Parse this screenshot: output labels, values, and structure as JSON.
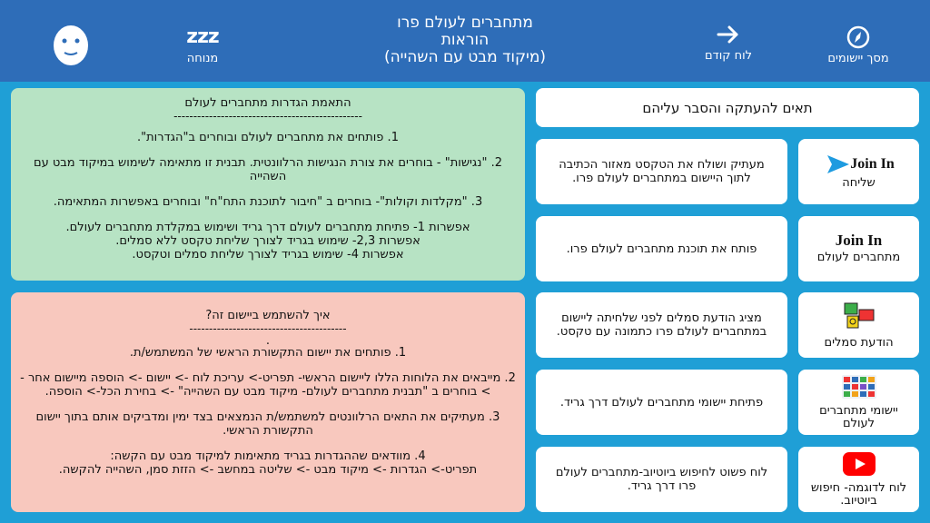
{
  "topbar": {
    "title_line1": "מתחברים לעולם פרו",
    "title_line2": "הוראות",
    "title_line3": "(מיקוד מבט עם השהייה)",
    "apps_label": "מסך יישומים",
    "back_label": "לוח קודם",
    "rest_label": "מנוחה",
    "rest_icon_text": "zzz",
    "colors": {
      "bar": "#2e6db8",
      "background": "#1f9fd6"
    }
  },
  "header_card": {
    "label": "תאים להעתקה והסבר עליהם"
  },
  "rows": [
    {
      "label": "שליחה",
      "desc": "מעתיק ושולח את הטקסט מאזור הכתיבה לתוך היישום במתחברים לעולם פרו.",
      "icon": "joinin-send-icon",
      "logo_text": "Join In"
    },
    {
      "label": "מתחברים לעולם",
      "desc": "פותח את תוכנת מתחברים לעולם פרו.",
      "icon": "joinin-logo-icon",
      "logo_text": "Join In"
    },
    {
      "label": "הודעת סמלים",
      "desc": "מציג הודעת סמלים לפני שלחיתה ליישום במתחברים לעולם פרו כתמונה עם טקסט.",
      "icon": "symbols-message-icon"
    },
    {
      "label": "יישומי מתחברים לעולם",
      "desc": "פתיחת יישומי מתחברים לעולם דרך גריד.",
      "icon": "apps-grid-icon"
    },
    {
      "label": "לוח לדוגמה- חיפוש ביוטיוב.",
      "desc": "לוח פשוט לחיפוש ביוטיוב-מתחברים לעולם פרו דרך גריד.",
      "icon": "youtube-icon"
    }
  ],
  "settings_panel": {
    "title": "התאמת הגדרות מתחברים לעולם",
    "divider": "------------------------------------------------",
    "step1": "1. פותחים את מתחברים לעולם ובוחרים ב\"הגדרות\".",
    "step2": "2. \"נגישות\" - בוחרים את צורת הנגישות הרלוונטית. תבנית זו מתאימה לשימוש במיקוד מבט עם השהייה",
    "step3": "3. \"מקלדות וקולות\"- בוחרים ב \"חיבור לתוכנת התח\"ח\" ובוחרים באפשרות המתאימה.",
    "option1": "אפשרות 1- פתיחת מתחברים לעולם דרך גריד ושימוש במקלדת מתחברים לעולם.",
    "option2": "אפשרות 2,3- שימוש בגריד לצורך שליחת טקסט ללא סמלים.",
    "option3": "אפשרות 4- שימוש בגריד לצורך שליחת סמלים וטקסט.",
    "color": "#b7e3c4"
  },
  "howto_panel": {
    "title": "איך להשתמש ביישום זה?",
    "divider": "----------------------------------------",
    "dot": ".",
    "step1": "1. פותחים את יישום התקשורת הראשי של המשתמש/ת.",
    "step2": "2. מייבאים את הלוחות הללו ליישום הראשי- תפריט-> עריכת לוח -> יישום -> הוספה מיישום אחר -> בוחרים ב \"תבנית מתחברים לעולם- מיקוד מבט עם השהייה\" -> בחירת הכל-> הוספה.",
    "step3": "3. מעתיקים את התאים הרלוונטים למשתמש/ת הנמצאים בצד ימין ומדביקים אותם בתוך יישום התקשורת הראשי.",
    "step4_line1": "4. מוודאים שההגדרות בגריד מתאימות למיקוד מבט עם הקשה:",
    "step4_line2": "תפריט-> הגדרות -> מיקוד מבט -> שליטה במחשב -> הזזת סמן, השהייה להקשה.",
    "color": "#f8c8be"
  }
}
